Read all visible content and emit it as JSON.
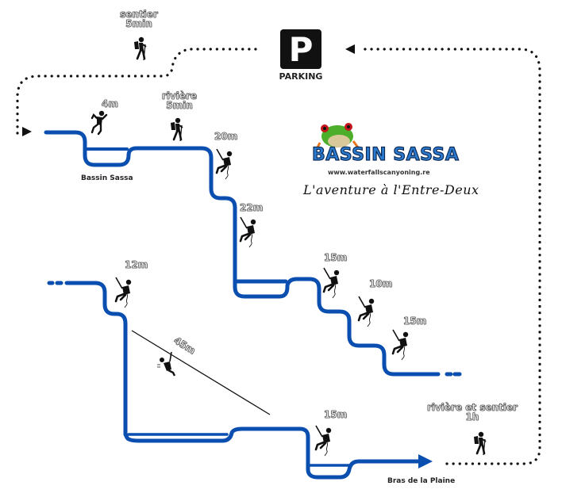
{
  "title": "BASSIN SASSA",
  "website": "www.waterfallscanyoning.re",
  "tagline": "L'aventure à l'Entre-Deux",
  "parking": {
    "icon": "parking-sign-icon",
    "letter": "P",
    "label": "PARKING"
  },
  "colors": {
    "river": "#0a4fb0",
    "trail": "#111111",
    "label_outline": "#444444",
    "brand": "#2a7bd0"
  },
  "approach": {
    "label_line1": "sentier",
    "label_line2": "5min",
    "icon": "hiker-icon"
  },
  "return": {
    "label_line1": "rivière et sentier",
    "label_line2": "1h",
    "icon": "hiker-icon"
  },
  "steps": [
    {
      "type": "jump",
      "height": "4m",
      "icon": "jumper-icon"
    },
    {
      "type": "walk",
      "label_line1": "rivière",
      "label_line2": "5min",
      "icon": "hiker-icon"
    },
    {
      "type": "rappel",
      "height": "20m",
      "icon": "rappel-icon"
    },
    {
      "type": "rappel",
      "height": "22m",
      "icon": "rappel-icon"
    },
    {
      "type": "rappel",
      "height": "15m",
      "icon": "rappel-icon"
    },
    {
      "type": "rappel",
      "height": "10m",
      "icon": "rappel-icon"
    },
    {
      "type": "rappel",
      "height": "15m",
      "icon": "rappel-icon"
    },
    {
      "type": "rappel",
      "height": "12m",
      "icon": "rappel-icon"
    },
    {
      "type": "zipline",
      "height": "45m",
      "icon": "zipline-icon"
    },
    {
      "type": "rappel",
      "height": "15m",
      "icon": "rappel-icon"
    }
  ],
  "places": {
    "start_pool": "Bassin Sassa",
    "exit": "Bras de la Plaine"
  }
}
